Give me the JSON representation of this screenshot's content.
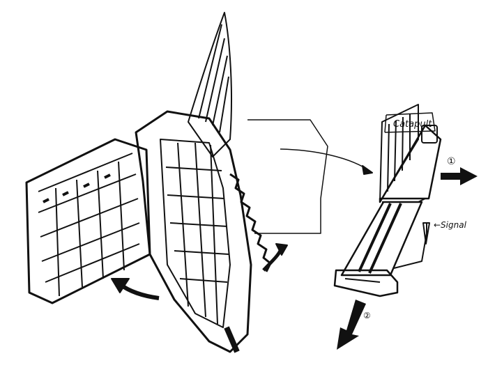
{
  "labels": {
    "catapult": "Catapult",
    "signal": "←Signal",
    "step1": "①",
    "step2": "②"
  },
  "colors": {
    "ink": "#111111",
    "paper": "#ffffff"
  }
}
